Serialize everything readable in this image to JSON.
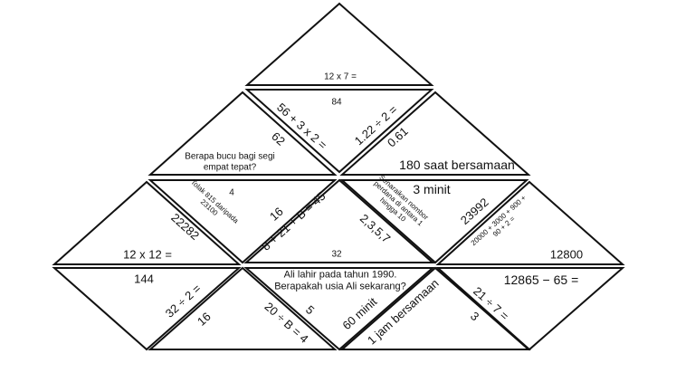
{
  "tiles": {
    "t1": [
      "12 x 7 ="
    ],
    "t2": [
      "84",
      "56 + 3 x 2 =",
      "1.22 ÷ 2 ="
    ],
    "t3": [
      "62",
      "Berapa bucu bagi segi empat tepat?"
    ],
    "t4": [
      "0.61",
      "180 saat bersamaan"
    ],
    "t5": [
      "22282",
      "12 x 12 ="
    ],
    "t6": [
      "4",
      "Tolak 815 daripada 23100",
      "16"
    ],
    "t7": [
      "8 + 21 + B = 45",
      "32"
    ],
    "t8": [
      "3 minit",
      "Senaraikan nombor perdana di antara 1 hingga 10",
      "2,3,5,7"
    ],
    "t9": [
      "23992",
      "20000 + 3000 + 900 + 90 + 2 =",
      "12800"
    ],
    "t10": [
      "144",
      "32 ÷ 2 ="
    ],
    "t11": [
      "16",
      "20 ÷ B = 4"
    ],
    "t12": [
      "Ali lahir pada tahun 1990. Berapakah usia Ali sekarang?",
      "5",
      "60 minit"
    ],
    "t13": [
      "1 jam bersamaan",
      "21 ÷ 7 ="
    ],
    "t14": [
      "12865 − 65 =",
      "3"
    ]
  }
}
